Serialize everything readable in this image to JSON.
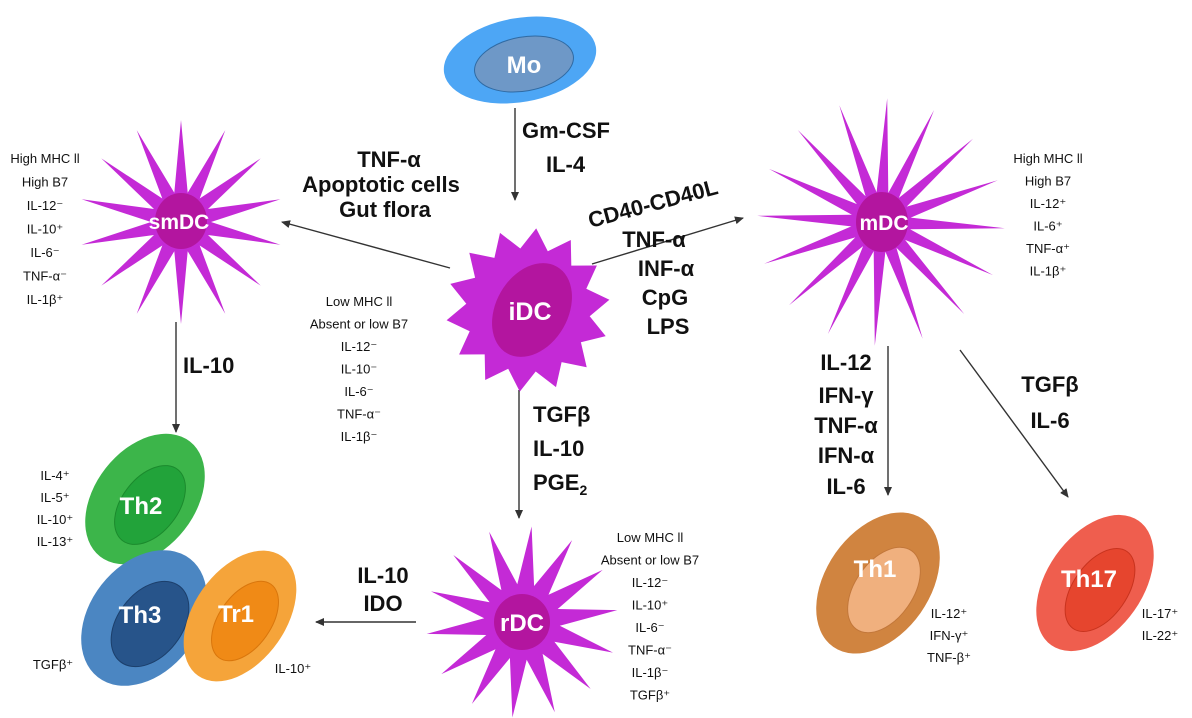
{
  "colors": {
    "star": "#c42ad6",
    "star_core": "#b3159f",
    "mo_outer": "#4da6f5",
    "mo_inner": "#6e98c7",
    "th2_outer": "#3cb54a",
    "th2_inner": "#22a33a",
    "th3_outer": "#4b86c2",
    "th3_inner": "#27548a",
    "tr1_outer": "#f5a43a",
    "tr1_inner": "#f08a16",
    "th1_outer": "#d08440",
    "th1_inner": "#f0b07e",
    "th17_outer": "#ef5e4e",
    "th17_inner": "#e6452e",
    "arrow": "#333333"
  },
  "nodes": {
    "mo": "Mo",
    "idc": "iDC",
    "smdc": "smDC",
    "mdc": "mDC",
    "rdc": "rDC",
    "th2": "Th2",
    "th3": "Th3",
    "tr1": "Tr1",
    "th1": "Th1",
    "th17": "Th17"
  },
  "edges": {
    "mo_to_idc": [
      "Gm-CSF",
      "IL-4"
    ],
    "idc_to_smdc": [
      "TNF-α",
      "Apoptotic cells",
      "Gut flora"
    ],
    "idc_to_mdc": [
      "CD40-CD40L",
      "TNF-α",
      "INF-α",
      "CpG",
      "LPS"
    ],
    "smdc_to_th2": [
      "IL-10"
    ],
    "idc_to_rdc": [
      "TGFβ",
      "IL-10",
      "PGE"
    ],
    "idc_to_rdc_subscript": "2",
    "rdc_to_th3": [
      "IL-10",
      "IDO"
    ],
    "mdc_to_th1": [
      "IL-12",
      "IFN-γ",
      "TNF-α",
      "IFN-α",
      "IL-6"
    ],
    "mdc_to_th17": [
      "TGFβ",
      "IL-6"
    ]
  },
  "markers": {
    "smdc": [
      "High MHC ll",
      "High B7",
      "IL-12⁻",
      "IL-10⁺",
      "IL-6⁻",
      "TNF-α⁻",
      "IL-1β⁺"
    ],
    "mdc": [
      "High MHC ll",
      "High B7",
      "IL-12⁺",
      "IL-6⁺",
      "TNF-α⁺",
      "IL-1β⁺"
    ],
    "idc": [
      "Low MHC ll",
      "Absent or low  B7",
      "IL-12⁻",
      "IL-10⁻",
      "IL-6⁻",
      "TNF-α⁻",
      "IL-1β⁻"
    ],
    "rdc": [
      "Low MHC ll",
      "Absent or low  B7",
      "IL-12⁻",
      "IL-10⁺",
      "IL-6⁻",
      "TNF-α⁻",
      "IL-1β⁻",
      "TGFβ⁺"
    ],
    "th2": [
      "IL-4⁺",
      "IL-5⁺",
      "IL-10⁺",
      "IL-13⁺"
    ],
    "th3": [
      "TGFβ⁺"
    ],
    "tr1": [
      "IL-10⁺"
    ],
    "th1": [
      "IL-12⁺",
      "IFN-γ⁺",
      "TNF-β⁺"
    ],
    "th17": [
      "IL-17⁺",
      "IL-22⁺"
    ]
  }
}
